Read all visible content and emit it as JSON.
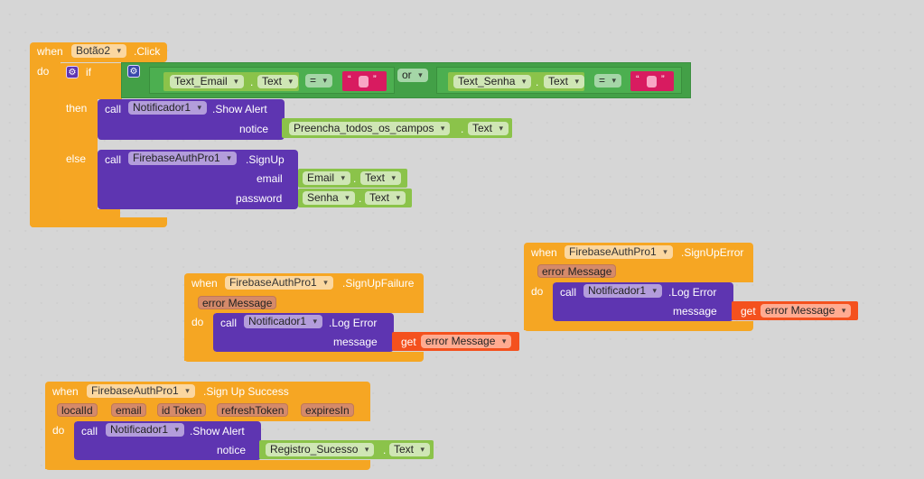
{
  "palette": {
    "event": "#f6a623",
    "procedure": "#5e35b1",
    "logic": "#43a047",
    "component": "#8bc34a",
    "text": "#d81b60",
    "variable": "#f4511e"
  },
  "block1": {
    "when": "when",
    "component": "Botão2",
    "event": ".Click",
    "do": "do",
    "if": "if",
    "then": "then",
    "else": "else",
    "cond_left": {
      "component": "Text_Email",
      "dot": ".",
      "prop": "Text",
      "op": "=",
      "q1": "“",
      "q2": "”"
    },
    "or": "or",
    "cond_right": {
      "component": "Text_Senha",
      "dot": ".",
      "prop": "Text",
      "op": "=",
      "q1": "“",
      "q2": "”"
    },
    "then_call": {
      "call": "call",
      "component": "Notificador1",
      "method": ".Show Alert",
      "arg": "notice",
      "value_component": "Preencha_todos_os_campos",
      "dot": ".",
      "value_prop": "Text"
    },
    "else_call": {
      "call": "call",
      "component": "FirebaseAuthPro1",
      "method": ".SignUp",
      "arg1": "email",
      "v1_component": "Email",
      "v1_prop": "Text",
      "arg2": "password",
      "v2_component": "Senha",
      "v2_prop": "Text",
      "dot": "."
    }
  },
  "block2": {
    "when": "when",
    "component": "FirebaseAuthPro1",
    "event": ".SignUpFailure",
    "param": "error Message",
    "do": "do",
    "call": "call",
    "call_component": "Notificador1",
    "method": ".Log Error",
    "arg": "message",
    "get": "get",
    "get_var": "error Message"
  },
  "block3": {
    "when": "when",
    "component": "FirebaseAuthPro1",
    "event": ".SignUpError",
    "param": "error Message",
    "do": "do",
    "call": "call",
    "call_component": "Notificador1",
    "method": ".Log Error",
    "arg": "message",
    "get": "get",
    "get_var": "error Message"
  },
  "block4": {
    "when": "when",
    "component": "FirebaseAuthPro1",
    "event": ".Sign Up Success",
    "params": [
      "localId",
      "email",
      "id Token",
      "refreshToken",
      "expiresIn"
    ],
    "do": "do",
    "call": "call",
    "call_component": "Notificador1",
    "method": ".Show Alert",
    "arg": "notice",
    "value_component": "Registro_Sucesso",
    "dot": ".",
    "value_prop": "Text"
  }
}
